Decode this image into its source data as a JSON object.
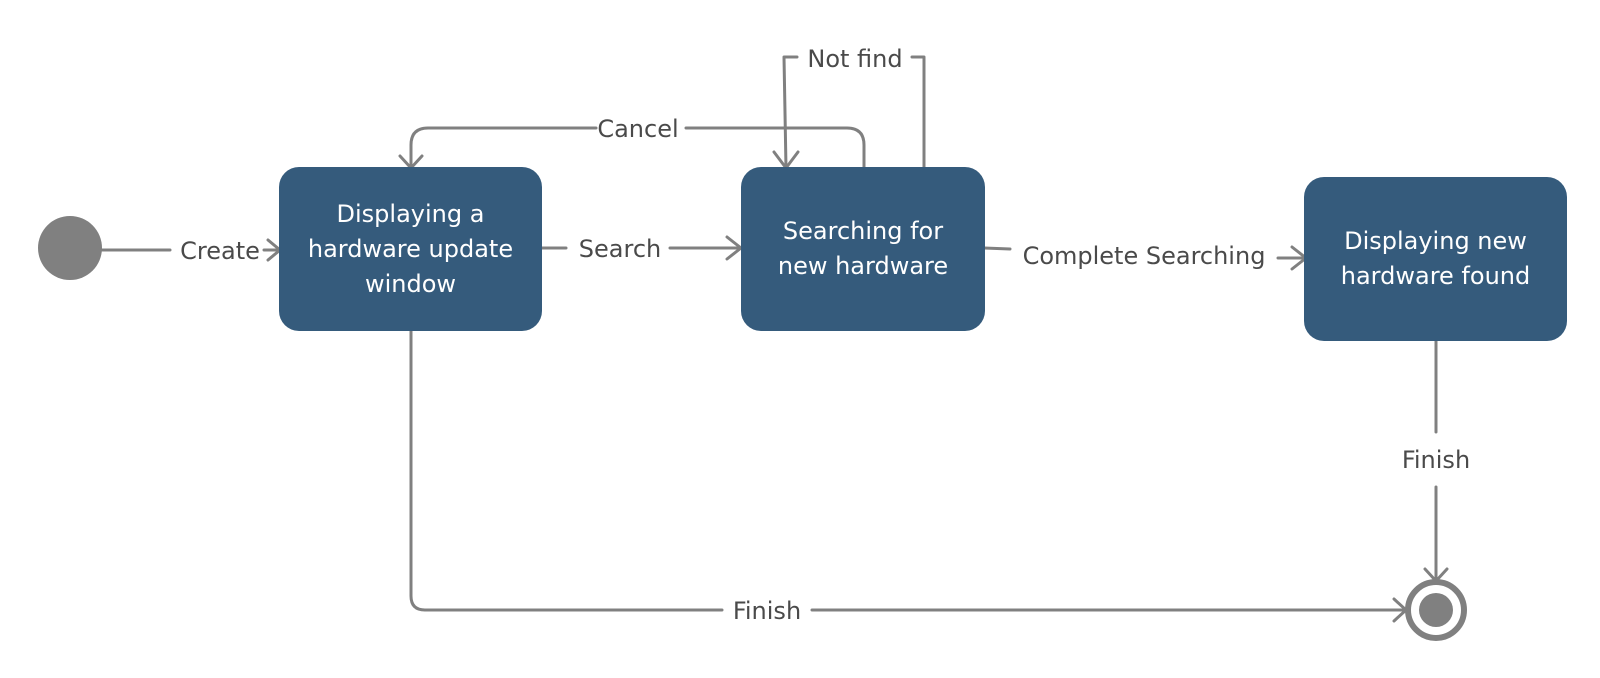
{
  "colors": {
    "state_fill": "#355b7c",
    "state_text": "#ffffff",
    "edge": "#808080",
    "edge_label": "#4a4a4a",
    "initial_node": "#808080",
    "final_node": "#808080"
  },
  "states": {
    "update_window": {
      "label": "Displaying a\nhardware update\nwindow"
    },
    "searching": {
      "label": "Searching for\nnew hardware"
    },
    "found": {
      "label": "Displaying new\nhardware found"
    }
  },
  "transitions": {
    "create": "Create",
    "search": "Search",
    "complete_searching": "Complete Searching",
    "cancel": "Cancel",
    "not_find": "Not find",
    "finish_from_found": "Finish",
    "finish_from_update_window": "Finish"
  }
}
